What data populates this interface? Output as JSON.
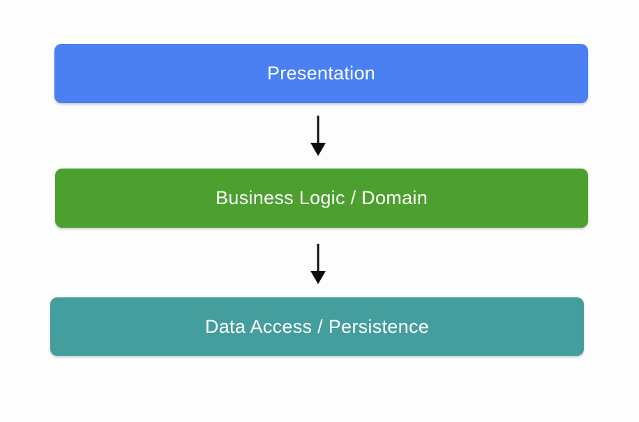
{
  "diagram": {
    "background_color": "#FDFDFD",
    "text_color": "#FFFFFF",
    "arrow_color": "#0D0D0D",
    "layers": [
      {
        "label": "Presentation",
        "color": "#4B80F2"
      },
      {
        "label": "Business Logic / Domain",
        "color": "#4DA030"
      },
      {
        "label": "Data Access / Persistence",
        "color": "#459E9E"
      }
    ],
    "connections": [
      {
        "from": "Presentation",
        "to": "Business Logic / Domain",
        "direction": "down"
      },
      {
        "from": "Business Logic / Domain",
        "to": "Data Access / Persistence",
        "direction": "down"
      }
    ]
  }
}
